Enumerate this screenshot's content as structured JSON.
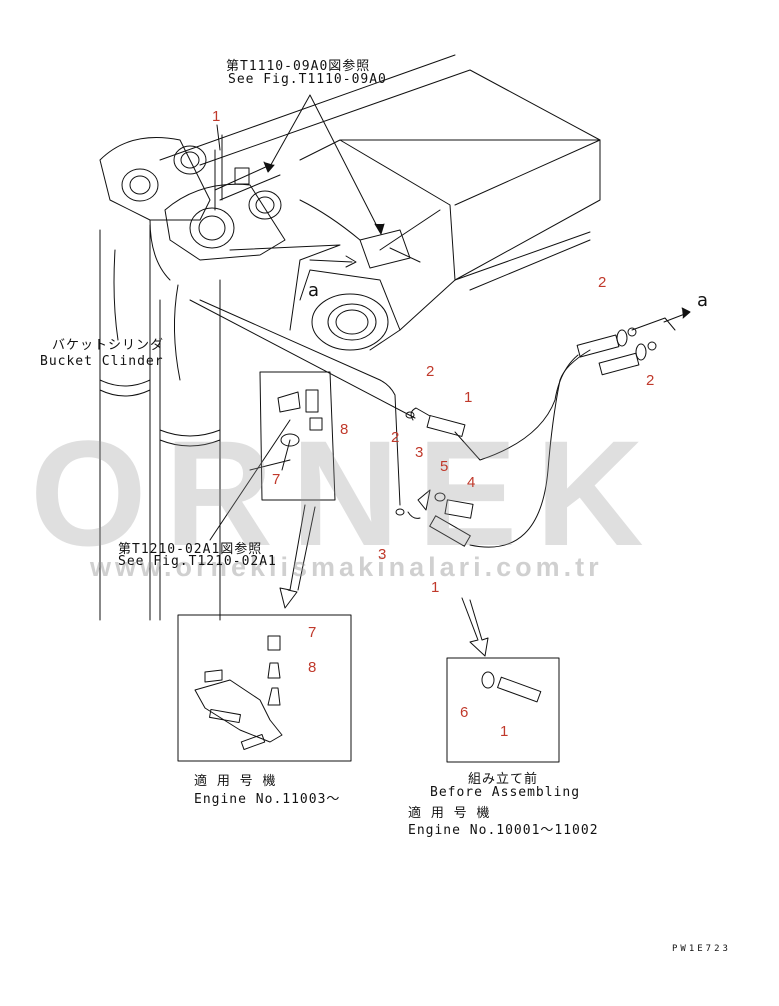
{
  "refs": {
    "top_ja": "第T1110-09A0図参照",
    "top_en": "See Fig.T1110-09A0",
    "mid_ja": "第T1210-02A1図参照",
    "mid_en": "See Fig.T1210-02A1"
  },
  "bucket": {
    "ja": "バケットシリンダ",
    "en": "Bucket Clinder"
  },
  "markers": {
    "a1": "a",
    "a2": "a"
  },
  "callouts": {
    "c1_top": "1",
    "c2_right_top": "2",
    "c2_right_bottom": "2",
    "c2_mid": "2",
    "c1_mid": "1",
    "c2_lower": "2",
    "c3_upper": "3",
    "c5": "5",
    "c4": "4",
    "c3_lower": "3",
    "c1_lower": "1",
    "c8_main": "8",
    "c7_main": "7",
    "c7_inset": "7",
    "c8_inset": "8",
    "c6_inset": "6",
    "c1_inset": "1"
  },
  "left_inset": {
    "applies": "適 用 号 機",
    "engine": "Engine No.11003〜"
  },
  "right_inset": {
    "ja": "組み立て前",
    "en": "Before Assembling",
    "applies": "適 用 号 機",
    "engine": "Engine No.10001〜11002"
  },
  "code": "PW1E723",
  "watermark": {
    "big": "ORNEK",
    "url": "www.orneklismakinalari.com.tr"
  }
}
